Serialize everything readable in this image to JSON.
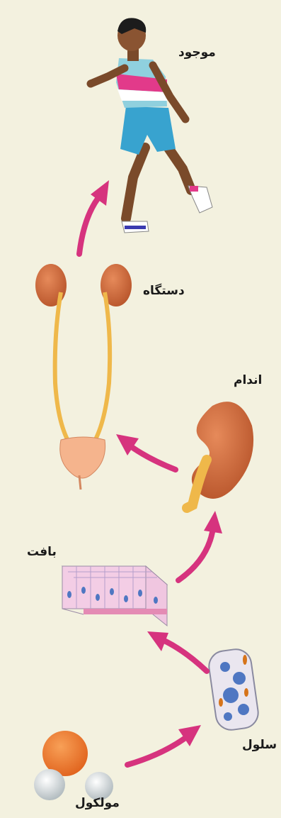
{
  "levels": {
    "organism": "موجود",
    "system": "دستگاه",
    "organ": "اندام",
    "tissue": "بافت",
    "cell": "سلول",
    "molecule": "مولکول"
  },
  "colors": {
    "background": "#f3f1df",
    "arrow": "#d6337e",
    "kidney": "#cf6a3c",
    "ureter": "#efb84a",
    "molecule": "#ee7a2c",
    "tissue": "#f3cde5",
    "cell_stain": "#4f77c2"
  },
  "icons": [
    "runner-figure",
    "urinary-system",
    "kidney-organ",
    "tissue-block",
    "cell-figure",
    "water-molecule",
    "flow-arrow"
  ]
}
